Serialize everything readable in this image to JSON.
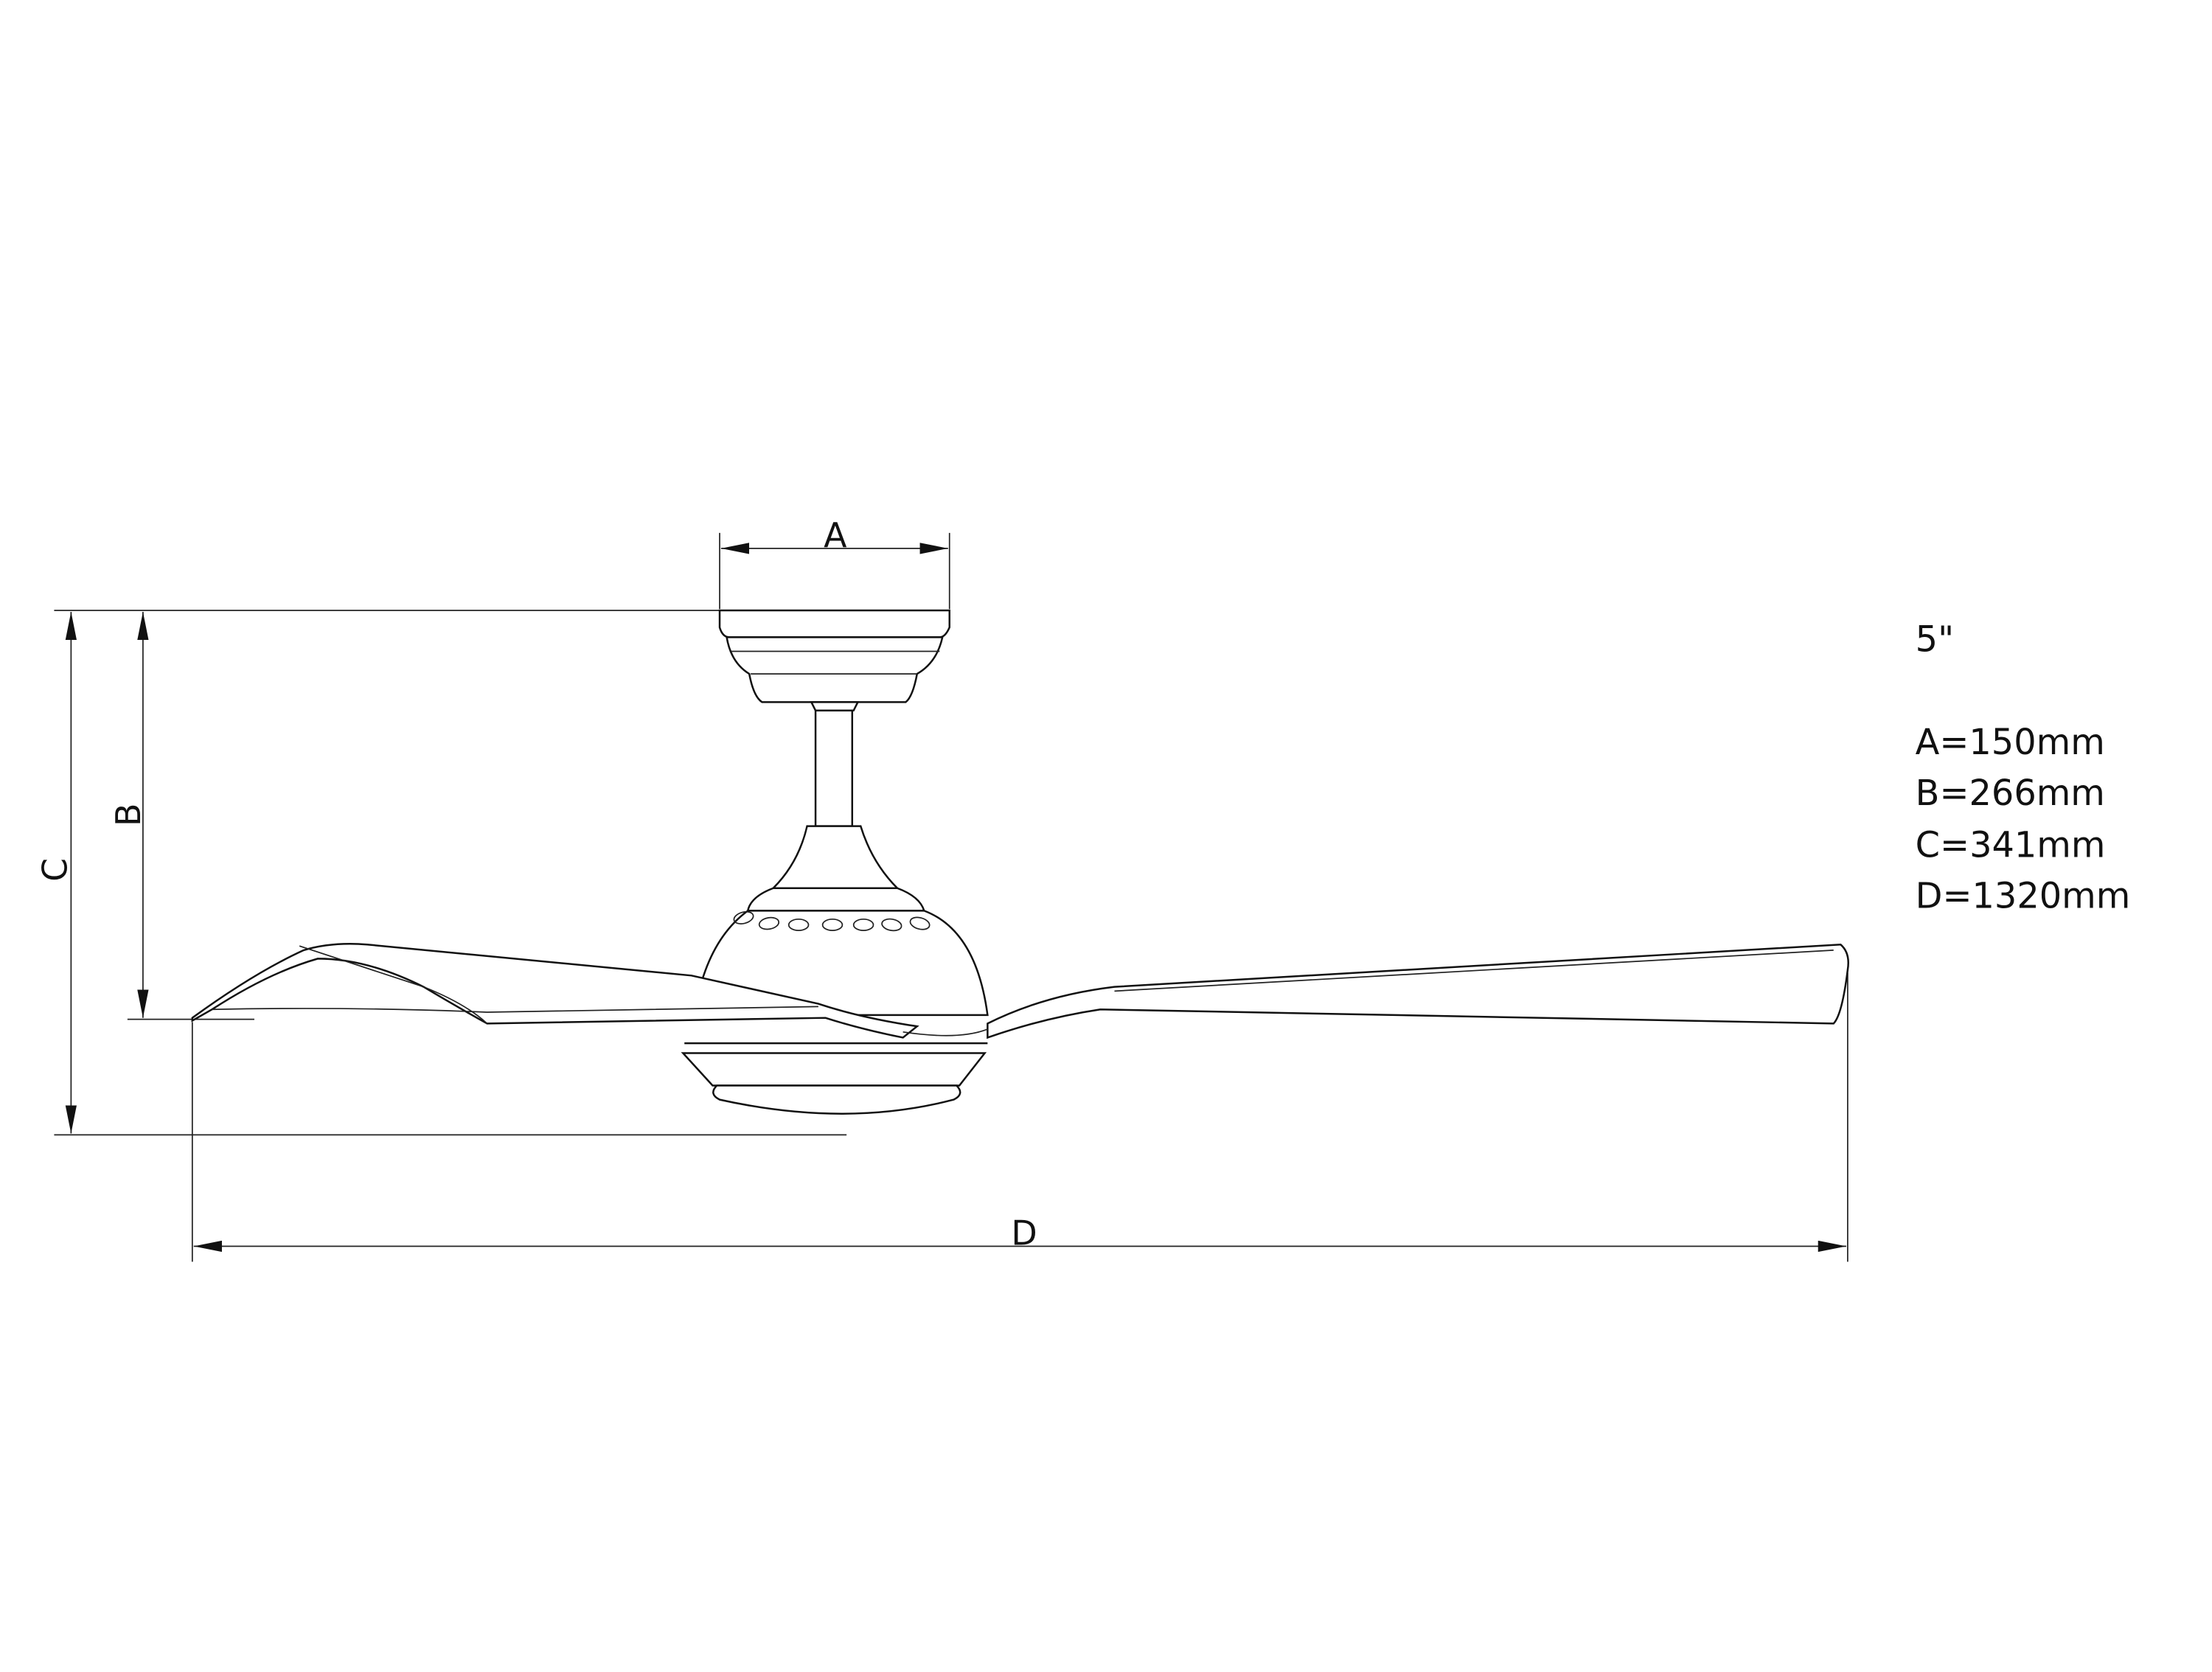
{
  "drawing": {
    "labels": {
      "a": "A",
      "b": "B",
      "c": "C",
      "d": "D"
    },
    "size_note": "5\"",
    "specs": [
      {
        "text": "A=150mm"
      },
      {
        "text": "B=266mm"
      },
      {
        "text": "C=341mm"
      },
      {
        "text": "D=1320mm"
      }
    ],
    "line_color": "#111111"
  }
}
